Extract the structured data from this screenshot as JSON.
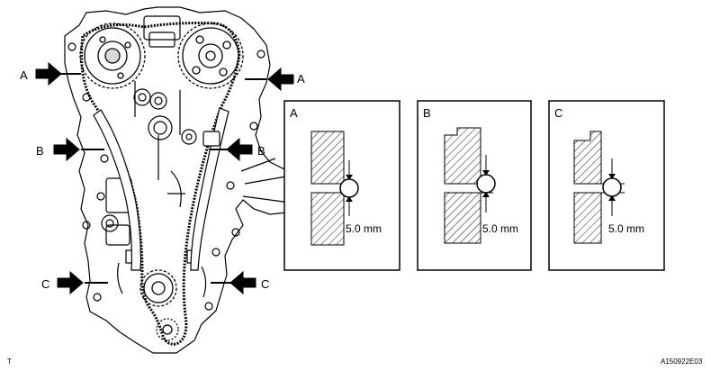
{
  "section_labels": {
    "a": "A",
    "b": "B",
    "c": "C"
  },
  "details": [
    {
      "label": "A",
      "dimension": "5.0 mm"
    },
    {
      "label": "B",
      "dimension": "5.0 mm"
    },
    {
      "label": "C",
      "dimension": "5.0 mm"
    }
  ],
  "corner_mark": "T",
  "figure_code": "A150922E03"
}
